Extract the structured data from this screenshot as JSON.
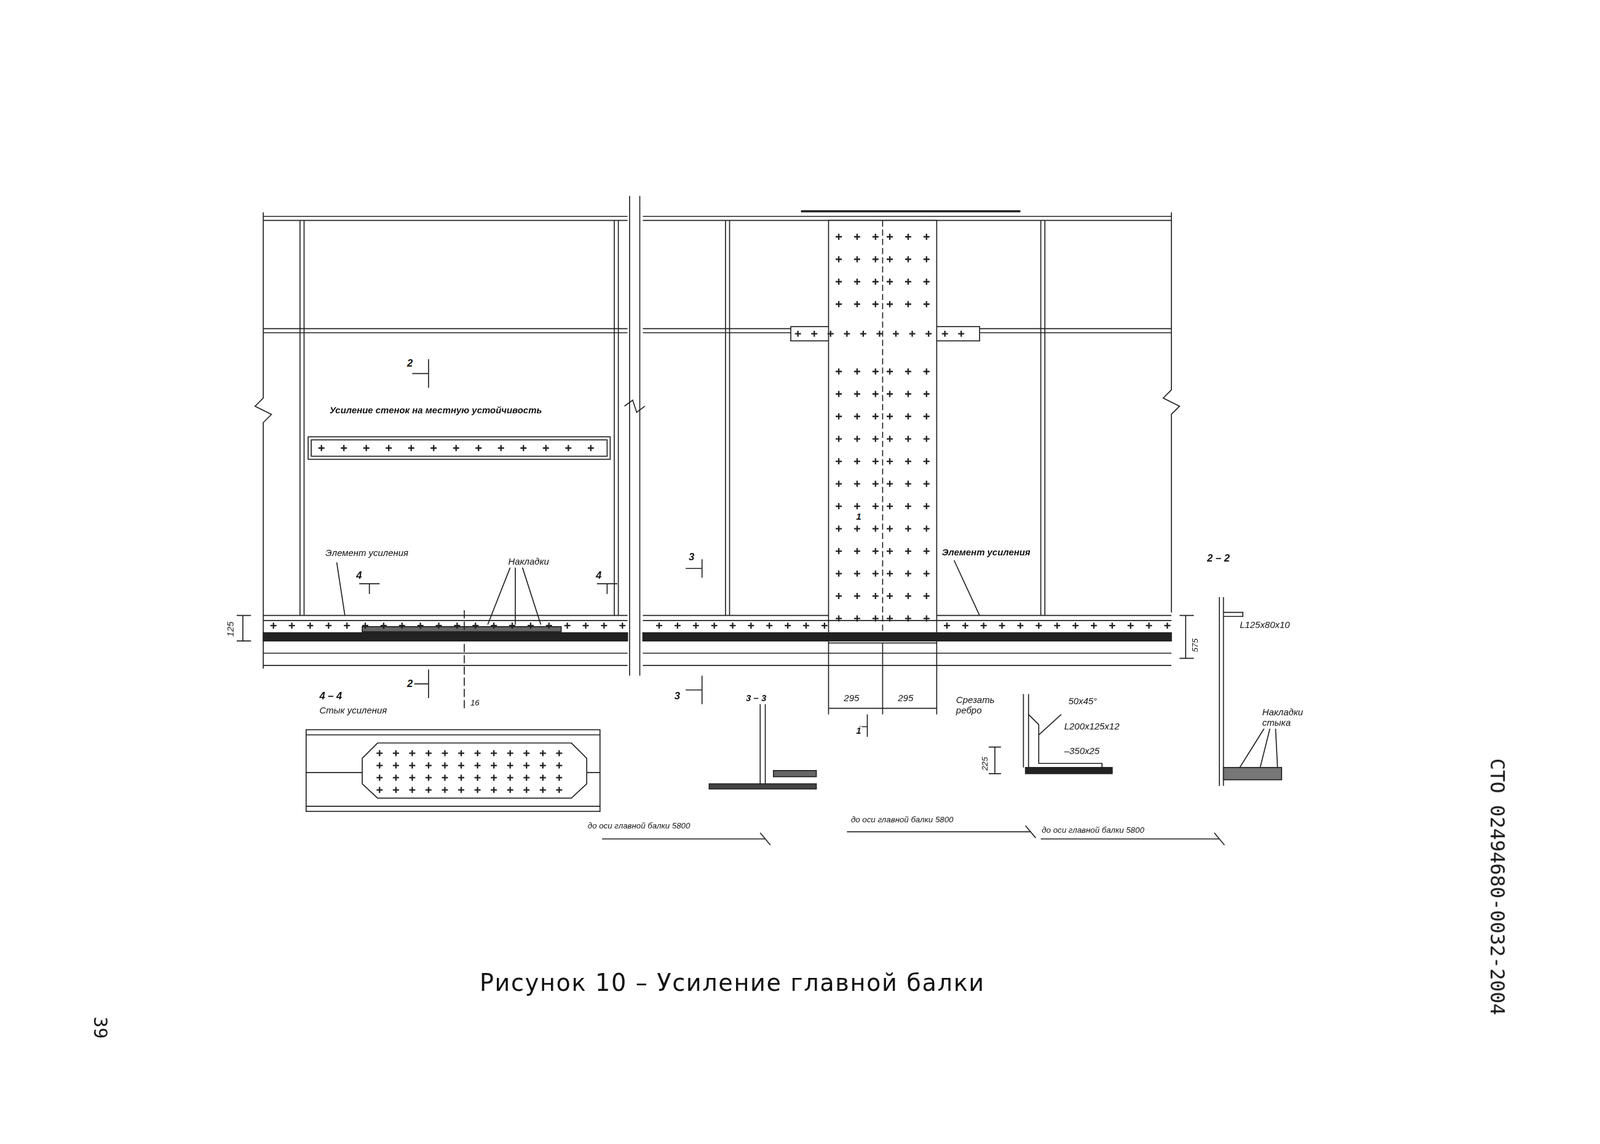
{
  "diagram": {
    "caption": "Рисунок 10 – Усиление главной балки",
    "labels": [
      "2",
      "Усиление стенок на местную устойчивость",
      "Элемент усиления",
      "4",
      "Накладки",
      "4",
      "3",
      "1",
      "Элемент усиления",
      "2 – 2",
      "L125x80x10",
      "125",
      "575",
      "2",
      "16",
      "4 – 4",
      "Стык усиления",
      "3",
      "3 – 3",
      "295",
      "295",
      "1",
      "Срезать ребро",
      "50x45°",
      "L200x125x12",
      "–350x25",
      "225",
      "Накладки стыка",
      "до оси главной балки 5800",
      "до оси главной балки 5800",
      "до оси главной балки 5800",
      "СТО 02494680-0032-2004",
      "39"
    ]
  }
}
